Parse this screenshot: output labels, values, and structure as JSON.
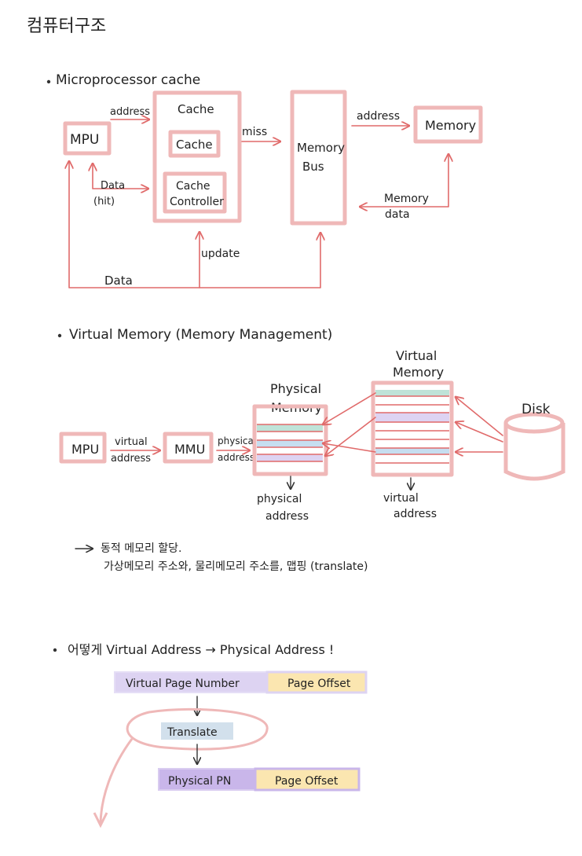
{
  "page": {
    "title": "컴퓨터구조"
  },
  "section1": {
    "heading": "Microprocessor cache",
    "mpu": "MPU",
    "cache_title": "Cache",
    "cache_inner": "Cache",
    "controller_line1": "Cache",
    "controller_line2": "Controller",
    "bus_line1": "Memory",
    "bus_line2": "Bus",
    "memory": "Memory",
    "lbl_address_1": "address",
    "lbl_data_hit_1": "Data",
    "lbl_data_hit_2": "(hit)",
    "lbl_miss": "miss",
    "lbl_address_2": "address",
    "lbl_memory_data_1": "Memory",
    "lbl_memory_data_2": "data",
    "lbl_update": "update",
    "lbl_data_bottom": "Data"
  },
  "section2": {
    "heading": "Virtual  Memory  (Memory  Management)",
    "mpu": "MPU",
    "mmu": "MMU",
    "lbl_virtual_1": "virtual",
    "lbl_virtual_2": "address",
    "lbl_physical_1": "physical",
    "lbl_physical_2": "address",
    "phys_title_1": "Physical",
    "phys_title_2": "Memory",
    "virt_title_1": "Virtual",
    "virt_title_2": "Memory",
    "disk": "Disk",
    "phys_caption_1": "physical",
    "phys_caption_2": "address",
    "virt_caption_1": "virtual",
    "virt_caption_2": "address"
  },
  "notes": {
    "line1": "동적 메모리 할당.",
    "line2": "가상메모리 주소와, 물리메모리 주소를, 맵핑 (translate)"
  },
  "section3": {
    "heading": "어떻게  Virtual Address  →  Physical Address !",
    "vpn": "Virtual  Page  Number",
    "page_offset_1": "Page  Offset",
    "translate": "Translate",
    "ppn": "Physical  PN",
    "page_offset_2": "Page  Offset"
  },
  "colors": {
    "box_pink": "#efb8b8",
    "line_red": "#e06a6a",
    "lavender": "#ddd3f2",
    "purple": "#c9b6ea",
    "yellow": "#fbe6b0",
    "blue_grey": "#d2e0ec",
    "teal": "#bfe3d8",
    "light_blue": "#c6def0"
  }
}
